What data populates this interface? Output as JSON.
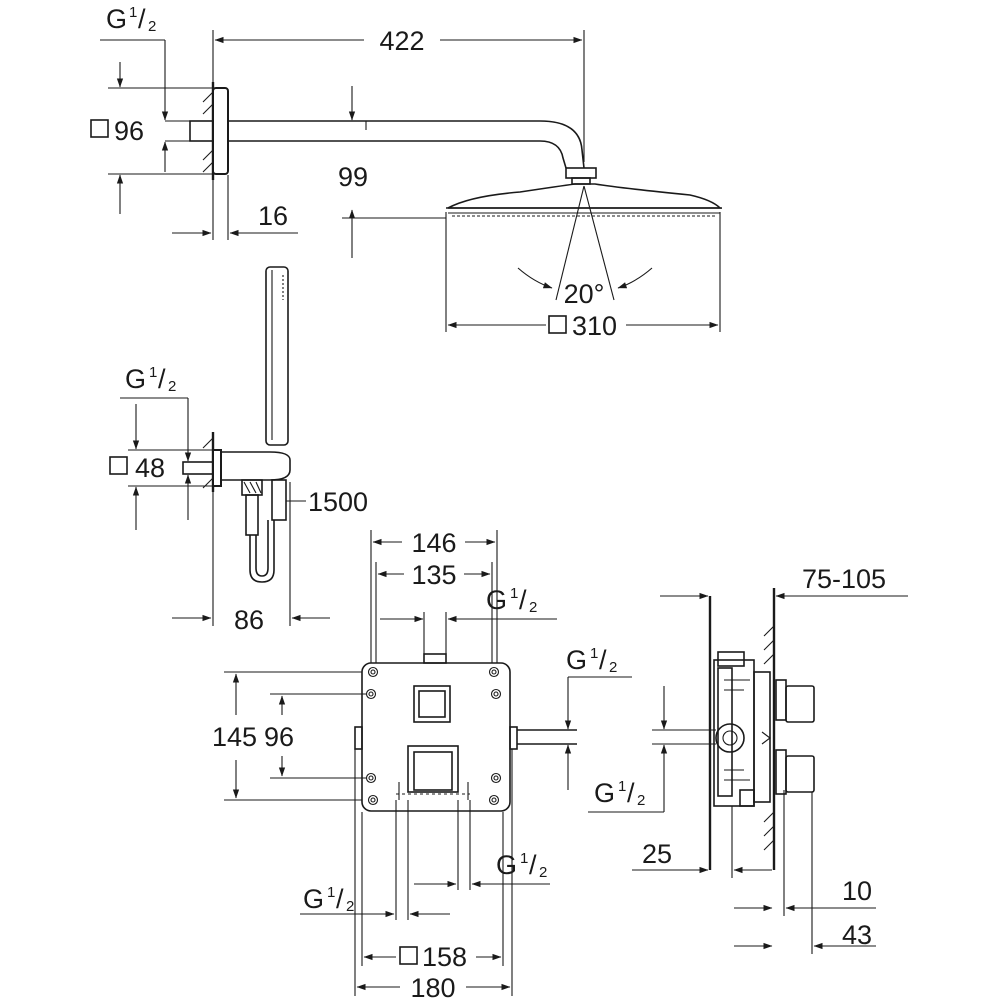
{
  "labels": {
    "overall_width": "422",
    "thread_head": "G",
    "thread_head_sup": "1",
    "thread_head_sub": "2",
    "flange_head": "96",
    "offset_height": "99",
    "wall_gap": "16",
    "head_angle": "20°",
    "head_size": "310",
    "thread_hand": "G",
    "thread_hand_sup": "1",
    "thread_hand_sub": "2",
    "flange_hand": "48",
    "hose_length": "1500",
    "hand_depth": "86",
    "box_width_outer": "146",
    "box_width_inner": "135",
    "thread_box_top": "G",
    "thread_box_top_sup": "1",
    "thread_box_top_sub": "2",
    "thread_box_right": "G",
    "thread_box_right_sup": "1",
    "thread_box_right_sub": "2",
    "box_height": "145",
    "box_height_inner": "96",
    "thread_box_left": "G",
    "thread_box_left_sup": "1",
    "thread_box_left_sub": "2",
    "thread_box_bottom": "G",
    "thread_box_bottom_sup": "1",
    "thread_box_bottom_sub": "2",
    "plate_size": "158",
    "plate_outer": "180",
    "wall_range": "75-105",
    "thread_side": "G",
    "thread_side_sup": "1",
    "thread_side_sub": "2",
    "side_depth": "25",
    "side_plate": "10",
    "side_total": "43"
  },
  "symbols": {
    "square": "square-symbol"
  },
  "colors": {
    "line": "#1a1a1a",
    "background": "#ffffff"
  }
}
